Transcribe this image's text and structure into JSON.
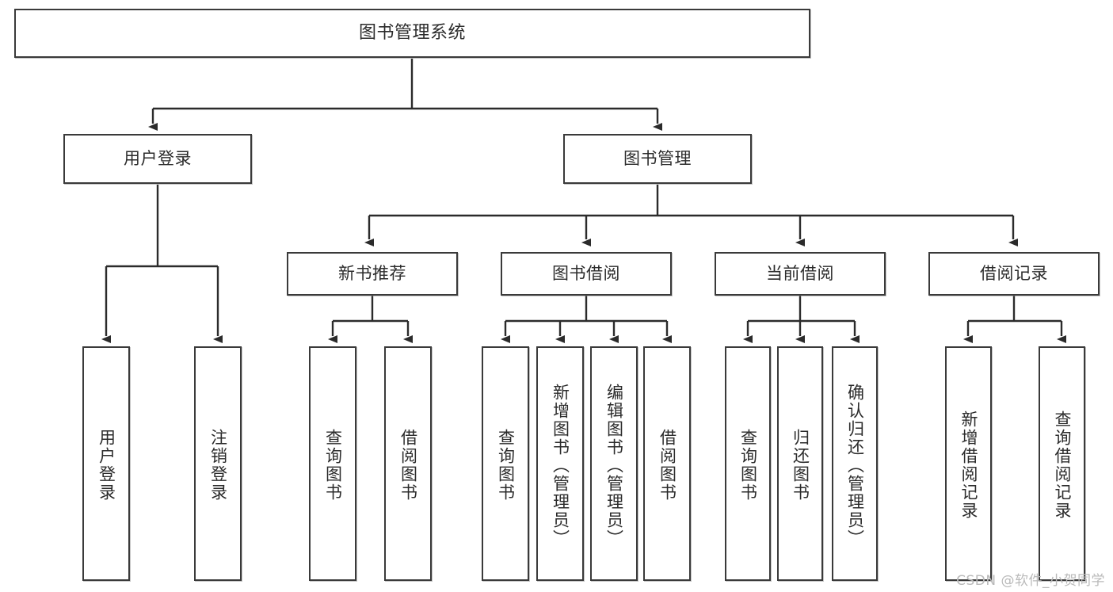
{
  "diagram": {
    "type": "tree-hierarchy",
    "title": "图书管理系统",
    "watermark": "CSDN @软件_小贺同学",
    "colors": {
      "box_border": "#3a3a3a",
      "box_fill": "#ffffff",
      "connector": "#2b2b2b",
      "text": "#2b2b2b",
      "watermark": "#b9b9b9",
      "background": "#ffffff"
    },
    "nodes": {
      "root": {
        "label": "图书管理系统"
      },
      "level2": [
        {
          "label": "用户登录"
        },
        {
          "label": "图书管理"
        }
      ],
      "level3": [
        {
          "label": "新书推荐"
        },
        {
          "label": "图书借阅"
        },
        {
          "label": "当前借阅"
        },
        {
          "label": "借阅记录"
        }
      ],
      "leaves": {
        "user_login": [
          {
            "label": "用户登录"
          },
          {
            "label": "注销登录"
          }
        ],
        "new_book": [
          {
            "label": "查询图书"
          },
          {
            "label": "借阅图书"
          }
        ],
        "book_borrow": [
          {
            "label": "查询图书"
          },
          {
            "label": "新增图书（管理员）"
          },
          {
            "label": "编辑图书（管理员）"
          },
          {
            "label": "借阅图书"
          }
        ],
        "current_borrow": [
          {
            "label": "查询图书"
          },
          {
            "label": "归还图书"
          },
          {
            "label": "确认归还（管理员）"
          }
        ],
        "borrow_record": [
          {
            "label": "新增借阅记录"
          },
          {
            "label": "查询借阅记录"
          }
        ]
      }
    }
  }
}
